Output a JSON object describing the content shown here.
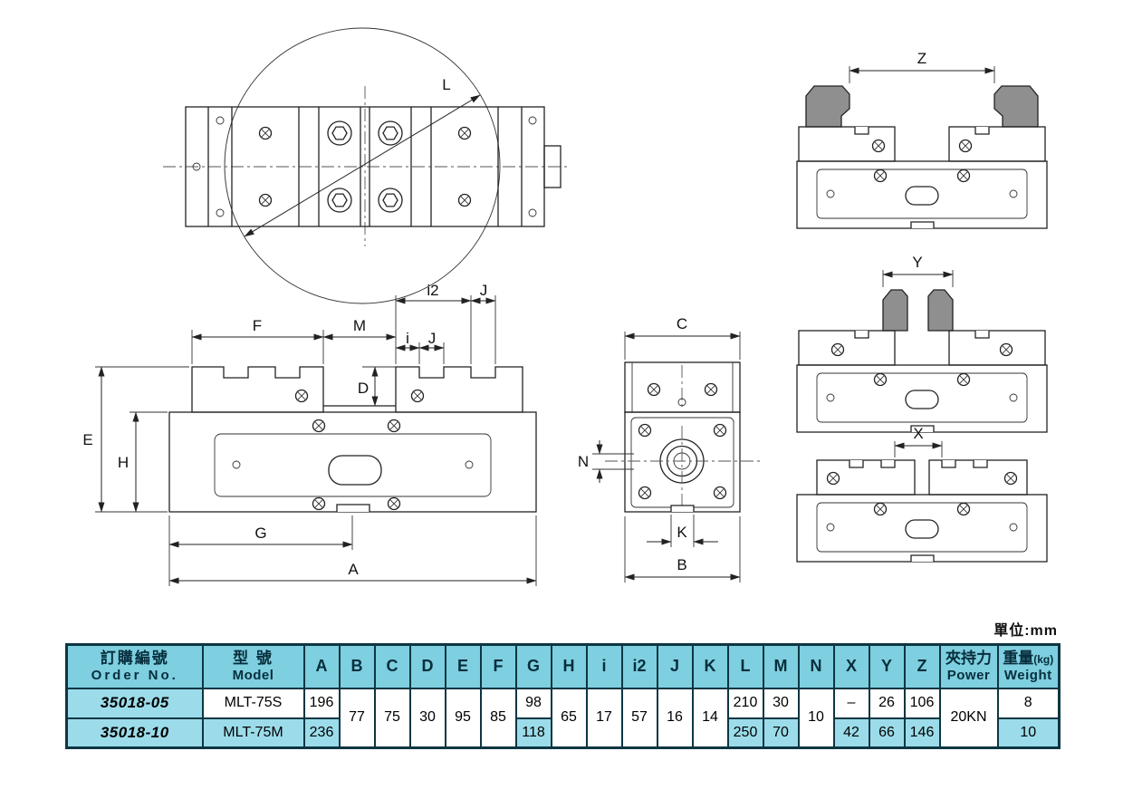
{
  "unit_note": "單位:mm",
  "colors": {
    "header_bg": "#7ecfe0",
    "highlight_bg": "#9cdcea",
    "table_border": "#0d3642",
    "jaw_gray": "#8f8f8f"
  },
  "drawings": {
    "detail_view": {
      "dim_l": "L"
    },
    "front_view": {
      "dim_f": "F",
      "dim_m": "M",
      "dim_i": "i",
      "dim_j_inner": "J",
      "dim_i2": "i2",
      "dim_j_outer": "J",
      "dim_d": "D",
      "dim_e": "E",
      "dim_h": "H",
      "dim_g": "G",
      "dim_a": "A"
    },
    "end_view": {
      "dim_c": "C",
      "dim_n": "N",
      "dim_k": "K",
      "dim_b": "B"
    },
    "side_view_open": {
      "dim_z": "Z"
    },
    "side_view_reversed": {
      "dim_y": "Y"
    },
    "side_view_closed": {
      "dim_x": "X"
    }
  },
  "table": {
    "headers": {
      "order_zh": "訂購編號",
      "order_en": "Order No.",
      "model_zh": "型 號",
      "model_en": "Model",
      "dims": [
        "A",
        "B",
        "C",
        "D",
        "E",
        "F",
        "G",
        "H",
        "i",
        "i2",
        "J",
        "K",
        "L",
        "M",
        "N",
        "X",
        "Y",
        "Z"
      ],
      "power_zh": "夾持力",
      "power_en": "Power",
      "weight_zh": "重量",
      "weight_unit": "(kg)",
      "weight_en": "Weight"
    },
    "shared": {
      "B": "77",
      "C": "75",
      "D": "30",
      "E": "95",
      "F": "85",
      "H": "65",
      "i": "17",
      "i2": "57",
      "J": "16",
      "K": "14",
      "N": "10",
      "power": "20KN"
    },
    "rows": [
      {
        "order_no": "35018-05",
        "model": "MLT-75S",
        "A": "196",
        "G": "98",
        "L": "210",
        "M": "30",
        "X": "–",
        "Y": "26",
        "Z": "106",
        "weight": "8"
      },
      {
        "order_no": "35018-10",
        "model": "MLT-75M",
        "A": "236",
        "G": "118",
        "L": "250",
        "M": "70",
        "X": "42",
        "Y": "66",
        "Z": "146",
        "weight": "10"
      }
    ]
  }
}
